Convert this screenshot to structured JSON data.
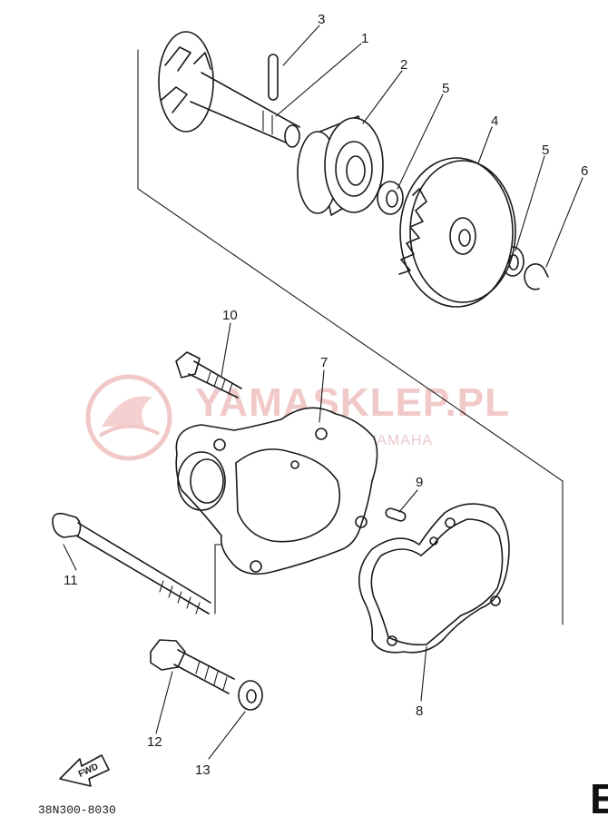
{
  "watermark": {
    "title": "YAMASKLEP.PL",
    "subtitle": "WWW.SKLEP DEALER YAMAHA"
  },
  "part_numbers": {
    "p1": "1",
    "p2": "2",
    "p3": "3",
    "p4": "4",
    "p5a": "5",
    "p5b": "5",
    "p6": "6",
    "p7": "7",
    "p8": "8",
    "p9": "9",
    "p10": "10",
    "p11": "11",
    "p12": "12",
    "p13": "13"
  },
  "fwd_label": "FWD",
  "diagram_code": "38N300-8030",
  "section_letter": "E"
}
